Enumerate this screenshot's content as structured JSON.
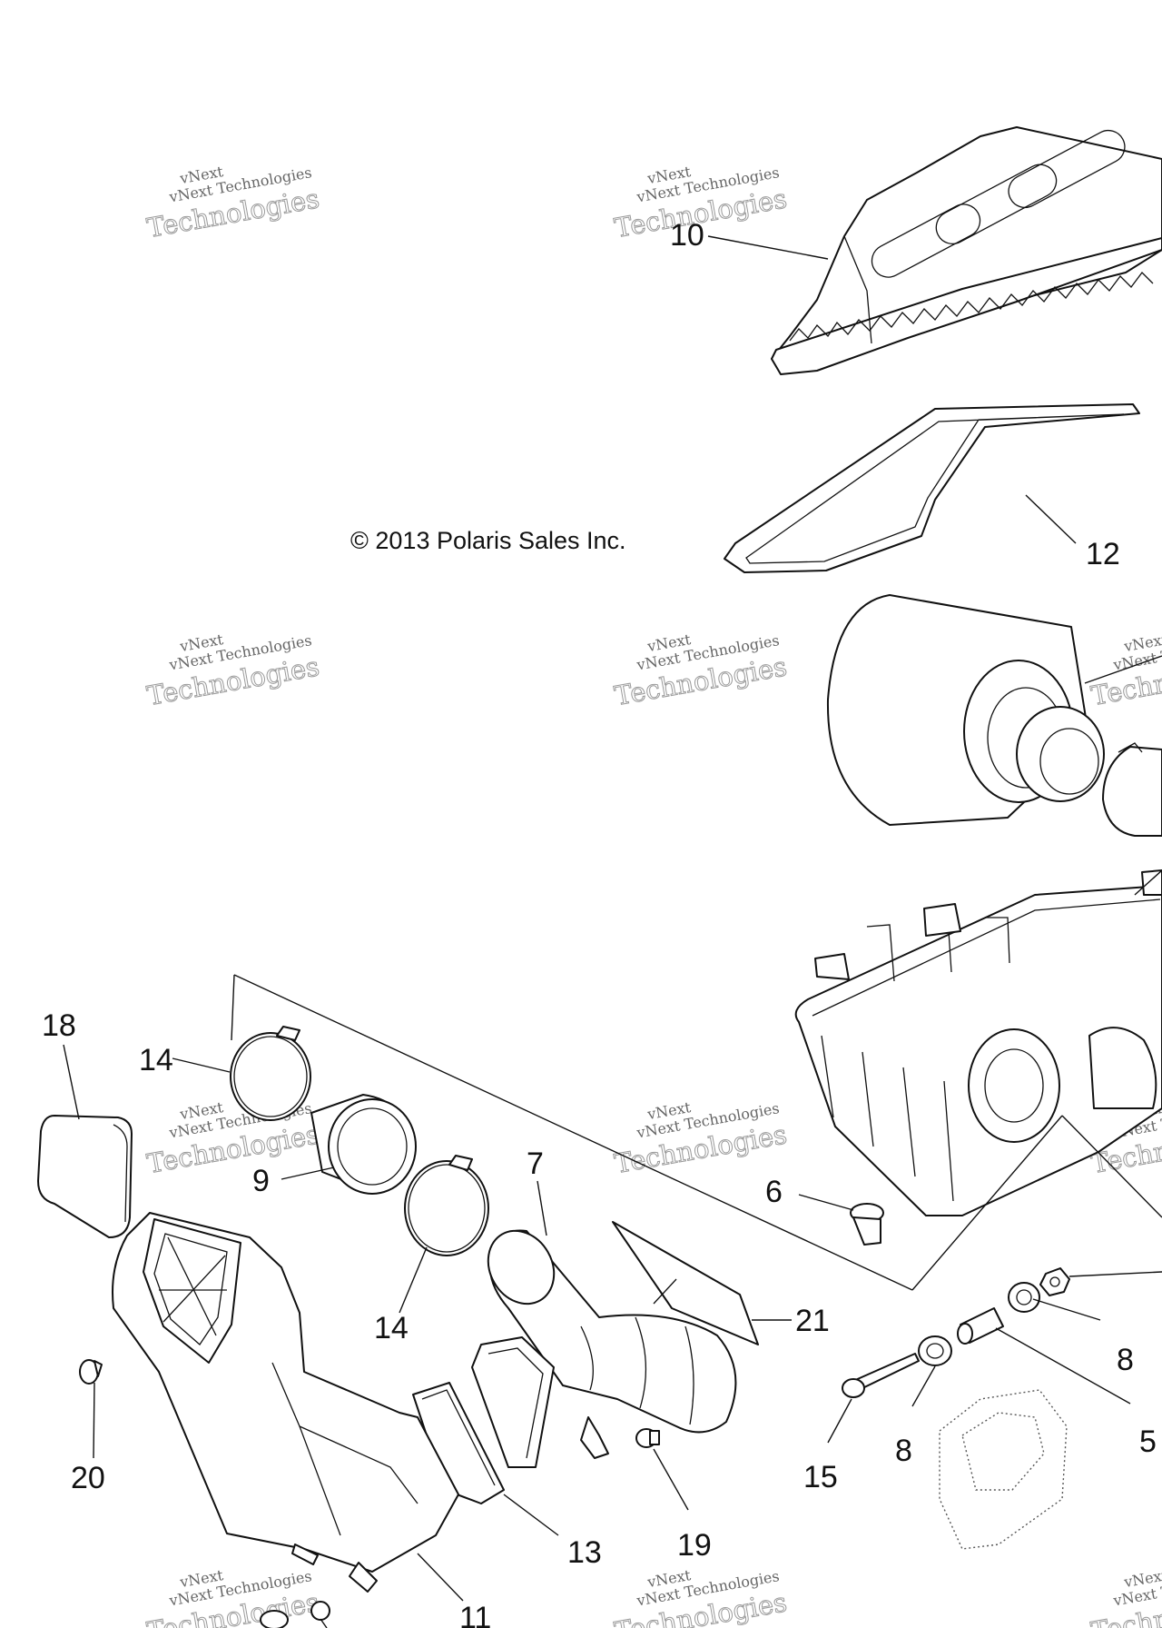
{
  "copyright": "© 2013 Polaris Sales Inc.",
  "watermark": {
    "line1": "vNext",
    "line2": "vNext Technologies",
    "line3": "Technologies"
  },
  "callouts": {
    "c10": "10",
    "c12": "12",
    "c18": "18",
    "c14a": "14",
    "c9": "9",
    "c14b": "14",
    "c7": "7",
    "c6": "6",
    "c21": "21",
    "c8a": "8",
    "c8b": "8",
    "c5": "5",
    "c15": "15",
    "c20": "20",
    "c19": "19",
    "c13": "13",
    "c11": "11"
  }
}
